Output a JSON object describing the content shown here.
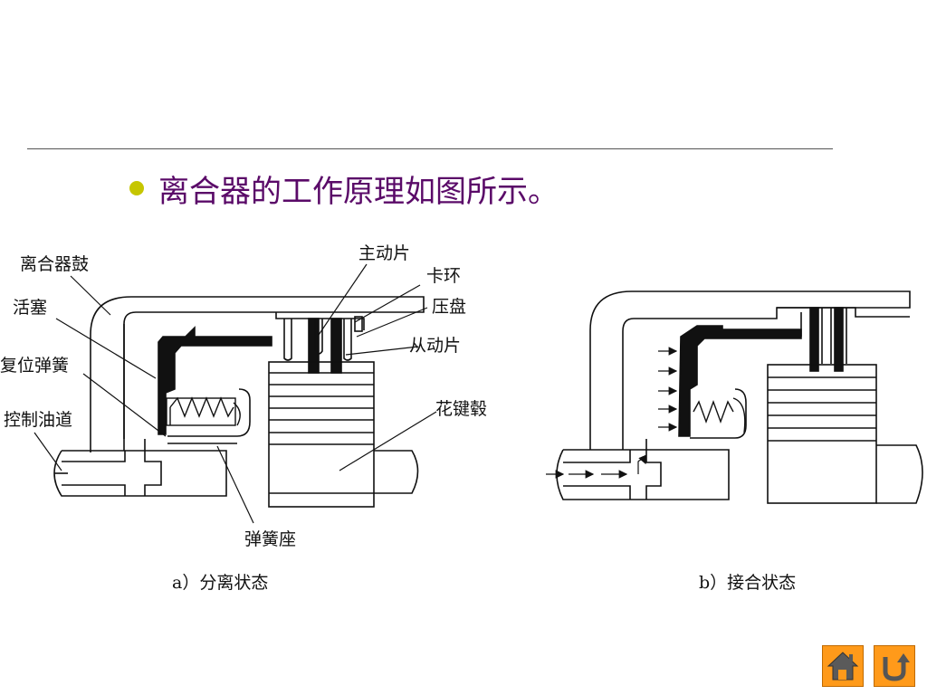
{
  "slide": {
    "heading": "离合器的工作原理如图所示。"
  },
  "figure": {
    "labels": {
      "clutch_drum": "离合器鼓",
      "piston": "活塞",
      "return_spring": "复位弹簧",
      "oil_passage": "控制油道",
      "driving_plate": "主动片",
      "snap_ring": "卡环",
      "pressure_plate": "压盘",
      "driven_plate": "从动片",
      "spline_hub": "花键毂",
      "spring_seat": "弹簧座"
    },
    "captions": {
      "a": "a）分离状态",
      "b": "b）接合状态"
    }
  },
  "nav": {
    "home_icon": "home-icon",
    "return_icon": "return-icon",
    "button_color": "#ff9a1a"
  },
  "colors": {
    "heading": "#5a0a68",
    "bullet": "#c6c600"
  }
}
